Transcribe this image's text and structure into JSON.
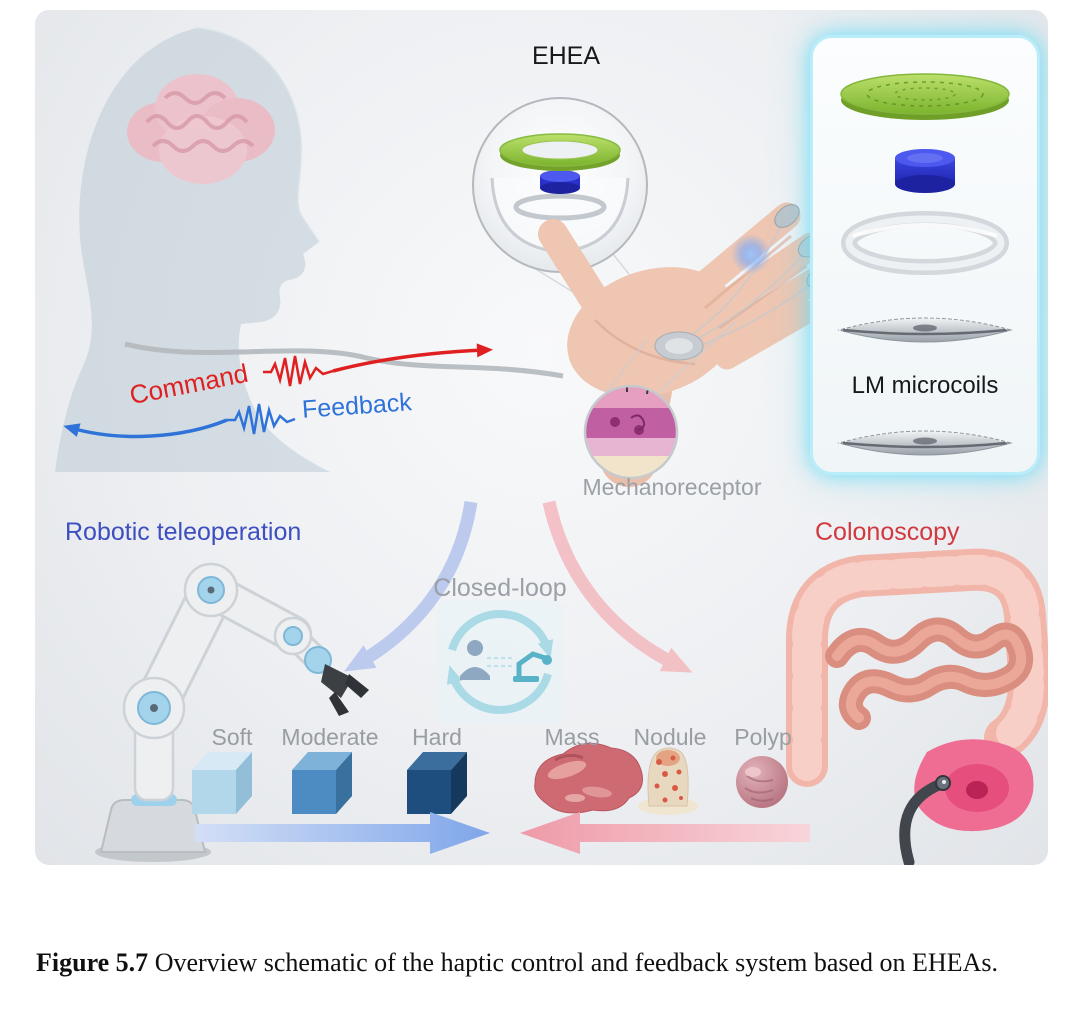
{
  "figure": {
    "ehea_label": "EHEA",
    "lm_microcoils_label": "LM microcoils",
    "command_label": "Command",
    "feedback_label": "Feedback",
    "mechanoreceptor_label": "Mechanoreceptor",
    "robotic_teleoperation_label": "Robotic teleoperation",
    "colonoscopy_label": "Colonoscopy",
    "closed_loop_label": "Closed-loop",
    "stiffness_labels": [
      "Soft",
      "Moderate",
      "Hard"
    ],
    "tissue_labels": [
      "Mass",
      "Nodule",
      "Polyp"
    ],
    "colors": {
      "command_red": "#e02020",
      "feedback_blue": "#2f73d8",
      "teleoperation_blue": "#3d4fc0",
      "colonoscopy_red": "#d2383f",
      "muted_gray": "#9aa0a6",
      "glow_cyan": "#8ee2f5",
      "soft_cube": "#b2d6ea",
      "moderate_cube": "#4d8cc2",
      "hard_cube": "#1e4e7d"
    }
  },
  "caption": {
    "label": "Figure 5.7",
    "text": "Overview schematic of the haptic control and feedback system based on EHEAs."
  }
}
